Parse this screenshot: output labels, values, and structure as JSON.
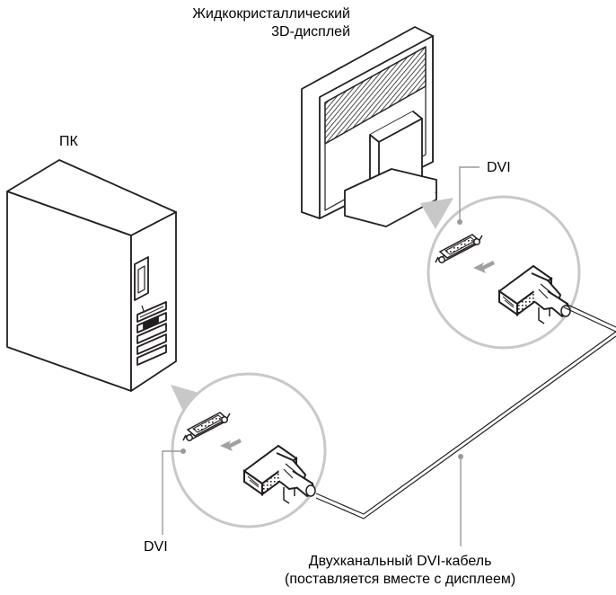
{
  "labels": {
    "monitor_line1": "Жидкокристаллический",
    "monitor_line2": "3D-дисплей",
    "pc": "ПК",
    "dvi_display": "DVI",
    "dvi_pc": "DVI",
    "cable_line1": "Двухканальный DVI-кабель",
    "cable_line2": "(поставляется вместе с дисплеем)"
  },
  "colors": {
    "line": "#231f20",
    "circle": "#c8c8c8",
    "leader": "#9a9a9a",
    "arrow": "#a0a0a0",
    "panel": "#ffffff"
  }
}
